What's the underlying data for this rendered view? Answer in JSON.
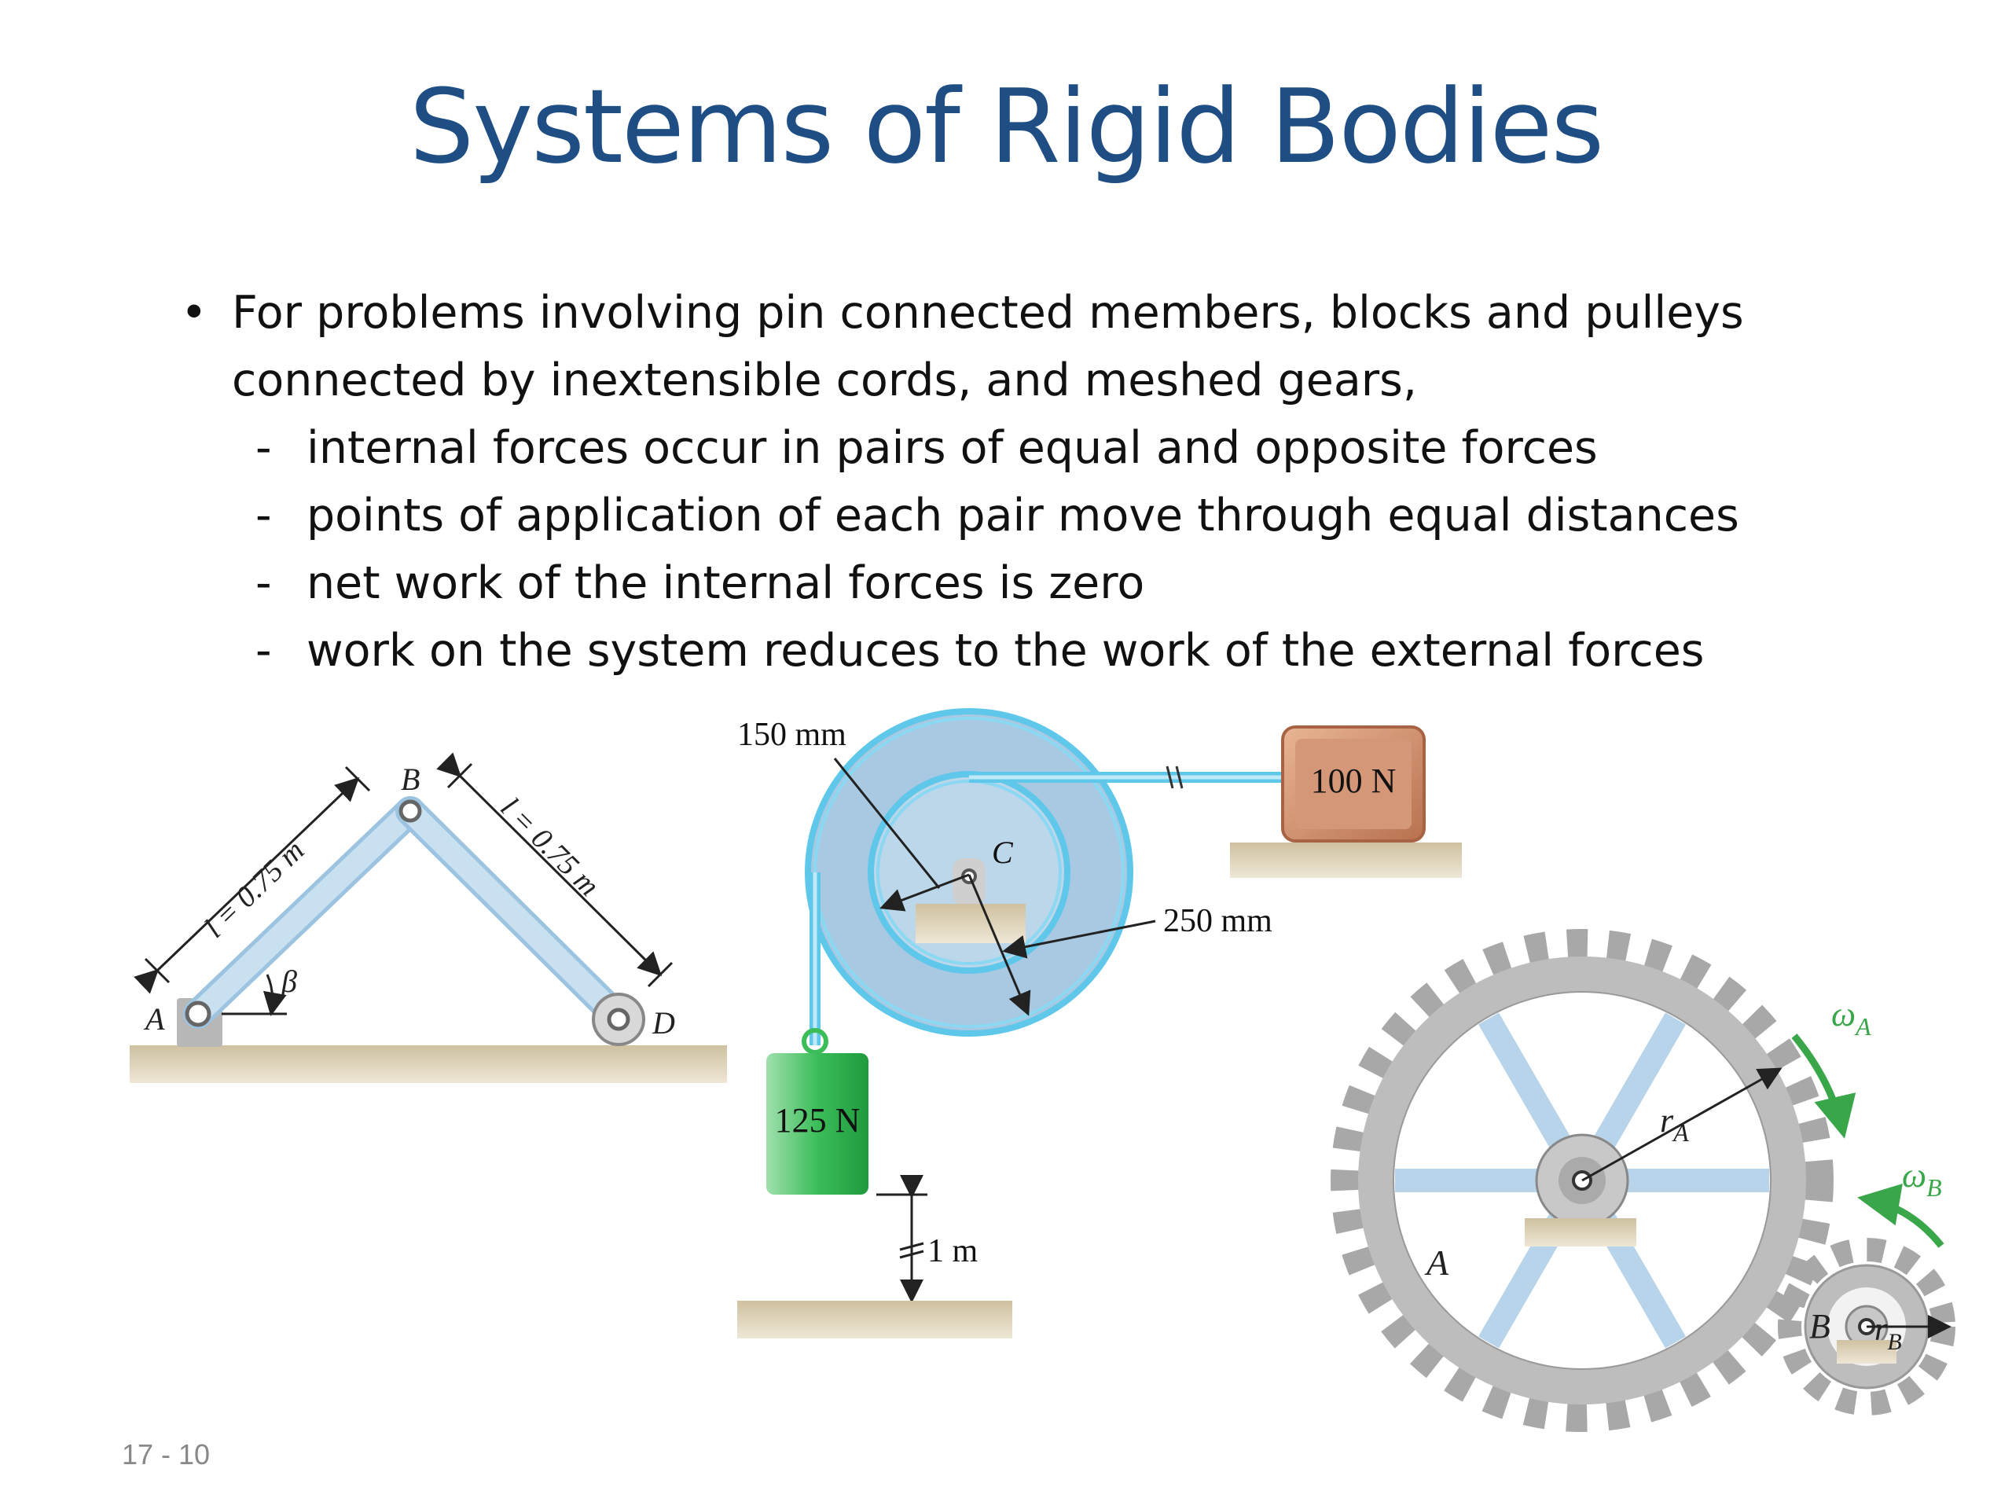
{
  "slide": {
    "title": "Systems of Rigid Bodies",
    "bullet_main": "For problems involving pin connected members, blocks and pulleys connected by inextensible cords, and meshed gears,",
    "sub_bullets": [
      "internal forces occur in pairs of equal and opposite forces",
      "points of application of each pair move through equal distances",
      "net work of the internal forces is zero",
      "work on the system reduces to the work of the external forces"
    ],
    "slide_number": "17 - 10"
  },
  "figures": {
    "linkage": {
      "label_a": "A",
      "label_b": "B",
      "label_d": "D",
      "label_beta": "β",
      "dim_left": "l = 0.75 m",
      "dim_right": "l = 0.75 m"
    },
    "pulley": {
      "dim_inner": "150 mm",
      "dim_outer": "250 mm",
      "label_c": "C",
      "block_right": "100 N",
      "block_hanging": "125 N",
      "drop": "1 m"
    },
    "gears": {
      "label_a": "A",
      "label_b": "B",
      "label_ra": "r",
      "label_ra_sub": "A",
      "label_rb": "r",
      "label_rb_sub": "B",
      "label_wa": "ω",
      "label_wa_sub": "A",
      "label_wb": "ω",
      "label_wb_sub": "B"
    }
  },
  "colors": {
    "title": "#1f4e84",
    "member": "#b8d4ea",
    "ground": "#ddd2b8",
    "block_brown": "#c98a68",
    "block_green": "#33b04f",
    "arrow_green": "#3aa64a"
  }
}
